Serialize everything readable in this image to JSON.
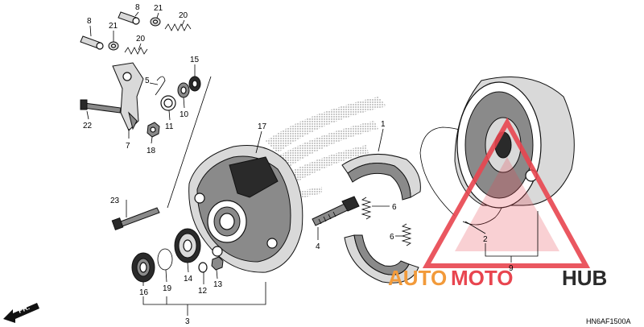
{
  "diagram": {
    "part_numbers": [
      "1",
      "2",
      "3",
      "4",
      "5",
      "6",
      "6",
      "7",
      "8",
      "8",
      "9",
      "10",
      "11",
      "12",
      "13",
      "14",
      "15",
      "16",
      "17",
      "18",
      "19",
      "20",
      "20",
      "21",
      "21",
      "22",
      "23"
    ],
    "drawing_code": "HN6AF1500A",
    "front_label": "FR.",
    "watermark": {
      "part1": "AUTO",
      "part2": "MOTO",
      "part3": "HUB"
    },
    "colors": {
      "watermark_red": "#e8454f",
      "watermark_orange": "#f29a3a",
      "watermark_dark": "#2b2b2b"
    }
  }
}
